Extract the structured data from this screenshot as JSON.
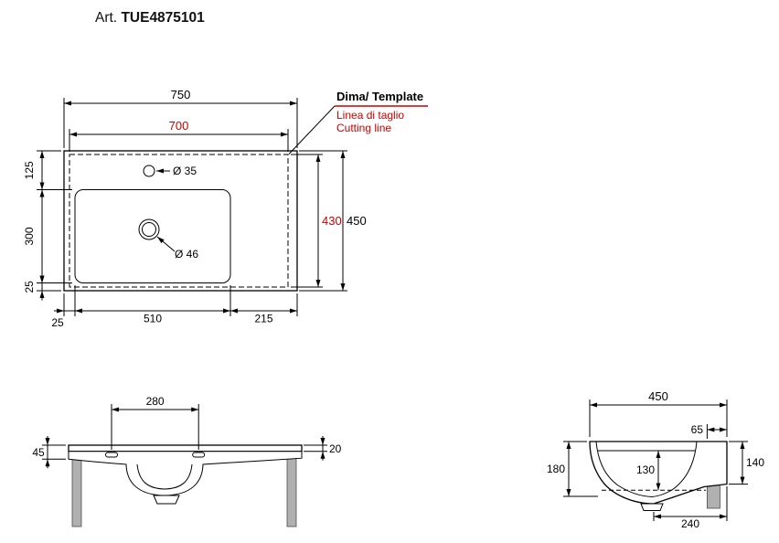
{
  "title": {
    "prefix": "Art.",
    "code": "TUE4875101"
  },
  "colors": {
    "red": "#cc0000",
    "gray": "#b0b0b0",
    "line": "#000000"
  },
  "top_view": {
    "labels": {
      "template": "Dima/ Template",
      "cutting_line_it": "Linea di taglio",
      "cutting_line_en": "Cutting line"
    },
    "dims": {
      "total_width": "750",
      "cut_width": "700",
      "cut_height": "430",
      "total_depth": "450",
      "top_offset": "125",
      "basin_depth": "300",
      "bottom_offset": "25",
      "left_offset": "25",
      "basin_width": "510",
      "right_section": "215",
      "tap_hole": "Ø 35",
      "drain_hole": "Ø 46"
    }
  },
  "front_view": {
    "dims": {
      "holes_distance": "280",
      "front_height": "45",
      "rim_thickness": "20"
    }
  },
  "side_view": {
    "dims": {
      "total_depth": "450",
      "bracket_offset": "65",
      "back_height": "140",
      "front_height": "180",
      "inner_depth": "130",
      "drain_distance": "240"
    }
  }
}
